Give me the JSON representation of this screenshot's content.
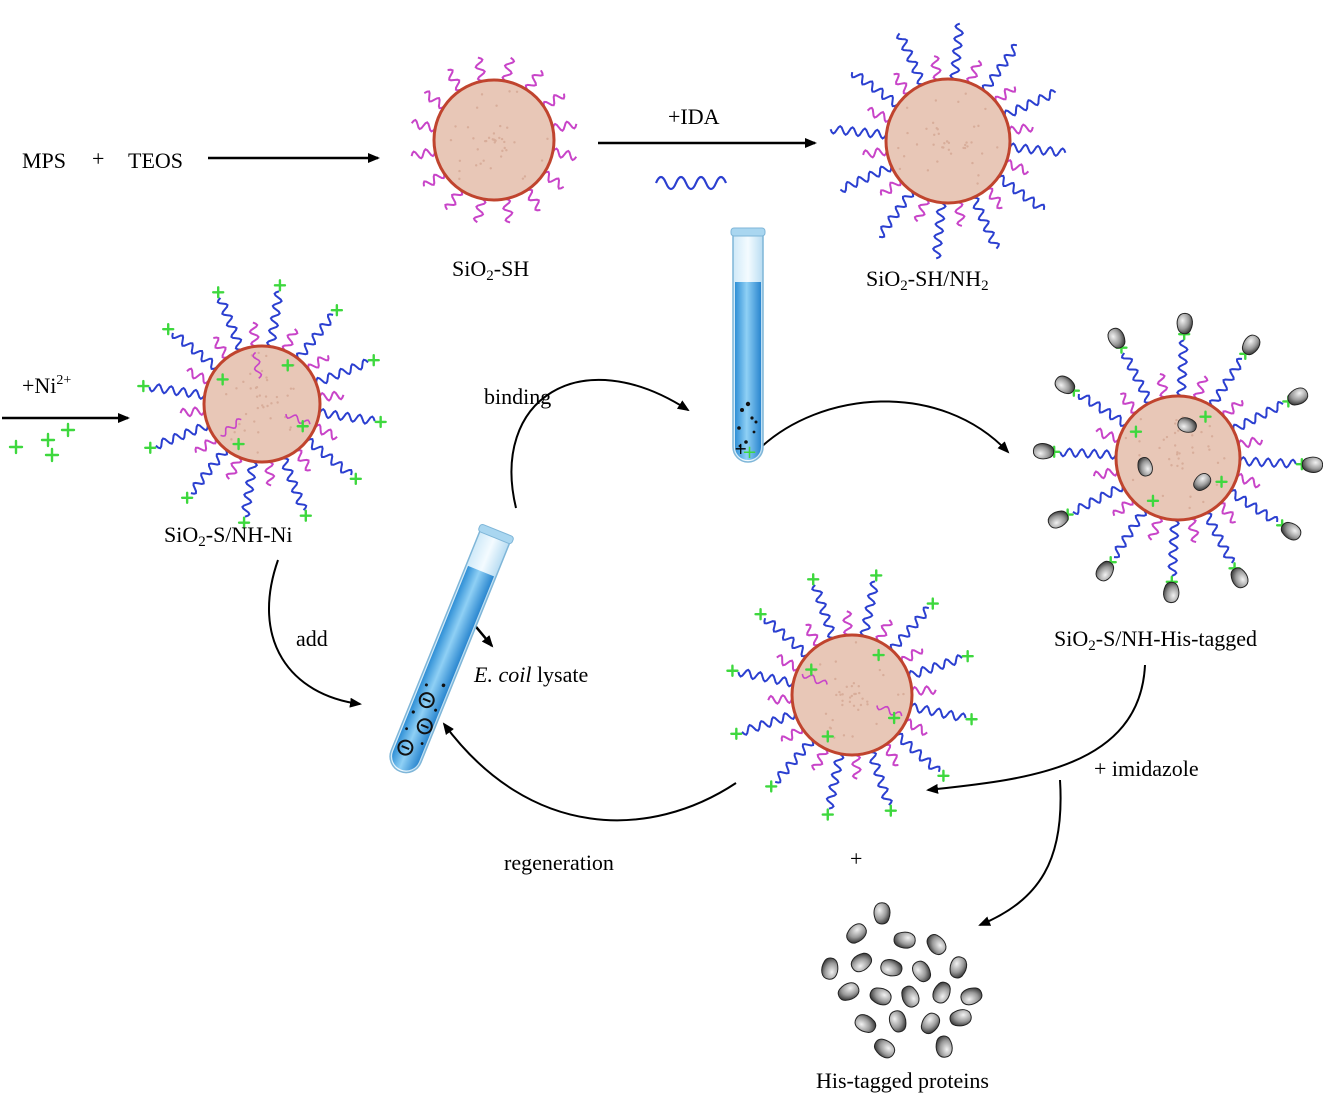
{
  "reagents": {
    "mps": "MPS",
    "plus": "+",
    "teos": "TEOS"
  },
  "steps": {
    "ida": "+IDA",
    "ni": "+Ni",
    "ni_charge": "2+",
    "binding": "binding",
    "add": "add",
    "imidazole": "+ imidazole",
    "regeneration": "regeneration",
    "plus_sign": "+"
  },
  "particles": {
    "sio2_sh": {
      "a": "SiO",
      "sub": "2",
      "b": "-SH"
    },
    "sio2_sh_nh2": {
      "a": "SiO",
      "sub": "2",
      "b": "-SH/NH",
      "sub2": "2"
    },
    "sio2_s_nh_ni": {
      "a": "SiO",
      "sub": "2",
      "b": "-S/NH-Ni"
    },
    "sio2_his": {
      "a": "SiO",
      "sub": "2",
      "b": "-S/NH-His-tagged"
    }
  },
  "lysate": {
    "italic": "E. coil",
    "rest": " lysate"
  },
  "products": {
    "his_proteins": "His-tagged proteins"
  },
  "colors": {
    "particle_fill": "#e8c7b7",
    "particle_edge": "#c0442e",
    "thiol_chain": "#c844c8",
    "amine_chain": "#2b3fd0",
    "nickel_plus": "#3ed83e",
    "tube_liquid": "#4aa8e8",
    "protein": "#6a6a6a"
  }
}
